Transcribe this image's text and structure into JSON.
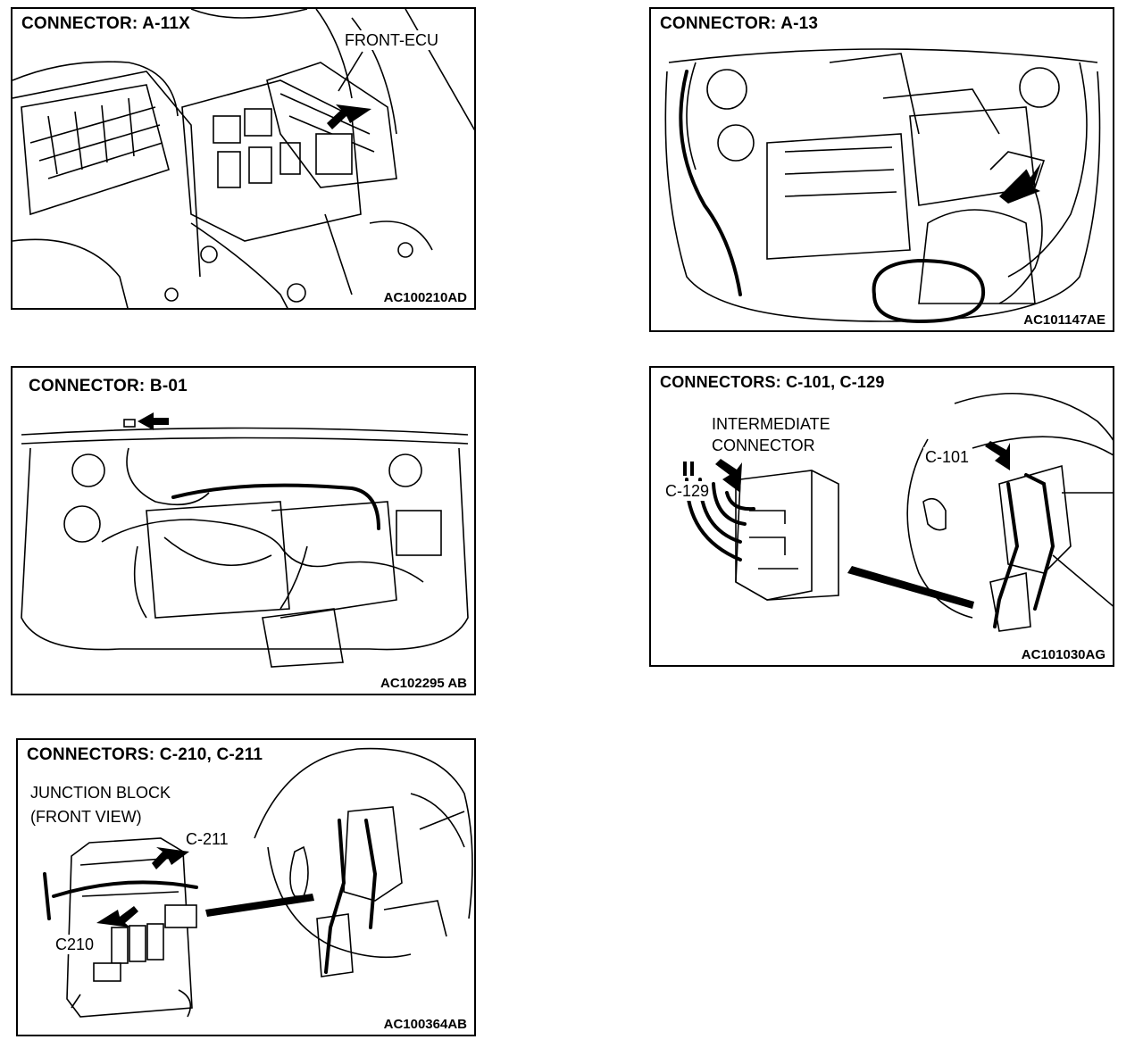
{
  "panels": {
    "a11x": {
      "title": "CONNECTOR: A-11X",
      "code": "AC100210AD",
      "label_front_ecu": "FRONT-ECU"
    },
    "a13": {
      "title": "CONNECTOR: A-13",
      "code": "AC101147AE"
    },
    "b01": {
      "title": "CONNECTOR: B-01",
      "code": "AC102295 AB"
    },
    "c101": {
      "title": "CONNECTORS: C-101, C-129",
      "code": "AC101030AG",
      "label_intermediate_1": "INTERMEDIATE",
      "label_intermediate_2": "CONNECTOR",
      "label_c129": "C-129",
      "label_c101": "C-101"
    },
    "c210": {
      "title": "CONNECTORS: C-210, C-211",
      "code": "AC100364AB",
      "label_junction_1": "JUNCTION BLOCK",
      "label_junction_2": "(FRONT VIEW)",
      "label_c211": "C-211",
      "label_c210": "C210"
    }
  }
}
